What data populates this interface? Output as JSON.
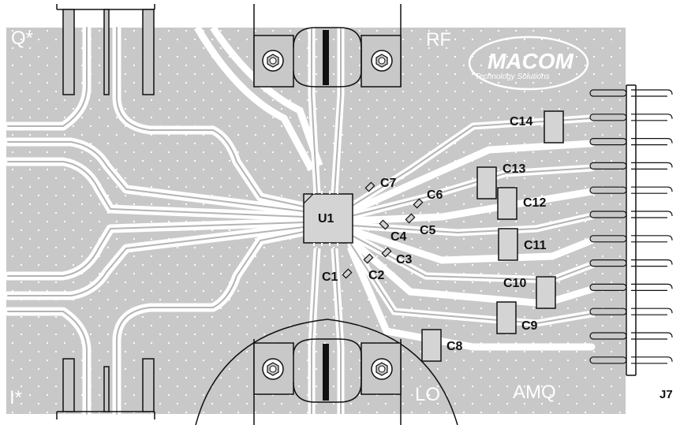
{
  "board": {
    "labels": {
      "q_star": "Q*",
      "i_star": "I*",
      "rf": "RF",
      "lo": "LO",
      "amq": "AMQ"
    },
    "logo": {
      "name": "MACOM",
      "tagline": "Technology Solutions"
    },
    "ic_ref": "U1",
    "connector_ref": "J7",
    "capacitors": [
      "C1",
      "C2",
      "C3",
      "C4",
      "C5",
      "C6",
      "C7",
      "C8",
      "C9",
      "C10",
      "C11",
      "C12",
      "C13",
      "C14"
    ]
  }
}
